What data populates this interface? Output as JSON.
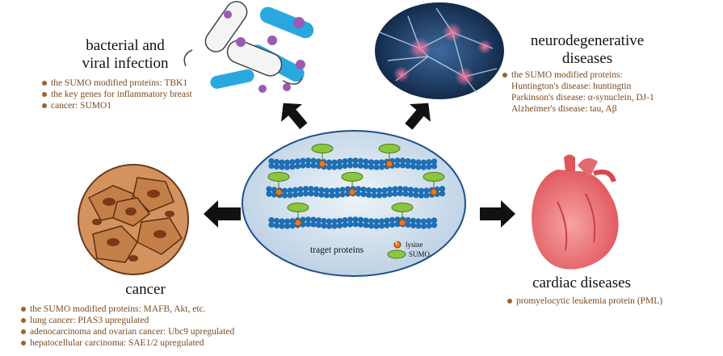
{
  "bacterial": {
    "title_line1": "bacterial and",
    "title_line2": "viral infection",
    "items": [
      "the SUMO modified proteins: TBK1",
      "the key genes for inflammatory breast",
      "cancer: SUMO1"
    ]
  },
  "neuro": {
    "title_line1": "neurodegenerative",
    "title_line2": "diseases",
    "intro": "the SUMO modified proteins:",
    "items": [
      "Huntington's disease: huntingtin",
      "Parkinson's disease: α-synuclein, DJ-1",
      "Alzheimer's disease: tau, Aβ"
    ]
  },
  "cancer": {
    "title": "cancer",
    "items": [
      "the SUMO modified proteins: MAFB, Akt, etc.",
      "lung cancer: PIAS3 upregulated",
      "adenocarcinoma and ovarian cancer: Ubc9 upregulated",
      "hepatocellular carcinoma: SAE1/2 upregulated"
    ]
  },
  "cardiac": {
    "title": "cardiac diseases",
    "items": [
      "promyelocytic leukemia protein (PML)"
    ]
  },
  "center": {
    "label": "traget proteins",
    "legend_lysine": "lysine",
    "legend_sumo": "SUMO",
    "lysine_symbol": "K"
  },
  "colors": {
    "text_brown": "#7a4a1e",
    "ellipse_fill": "#d9e6f2",
    "bead_blue": "#1f6fb5",
    "sumo_green": "#8cc63f",
    "lysine_orange": "#e87722",
    "arrow": "#111111"
  }
}
